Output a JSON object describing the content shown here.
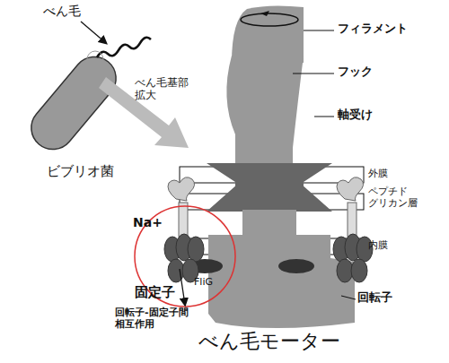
{
  "diagram": {
    "caption": "べん毛モーター",
    "labels": [
      "べん毛",
      "ビブリオ菌",
      "べん毛基部 拡大",
      "フィラメント",
      "フック",
      "軸受け",
      "外膜",
      "ペプチド グリカン層",
      "内膜",
      "Na+",
      "固定子",
      "FliG",
      "回転子",
      "回転子-固定子間 相互作用"
    ]
  }
}
